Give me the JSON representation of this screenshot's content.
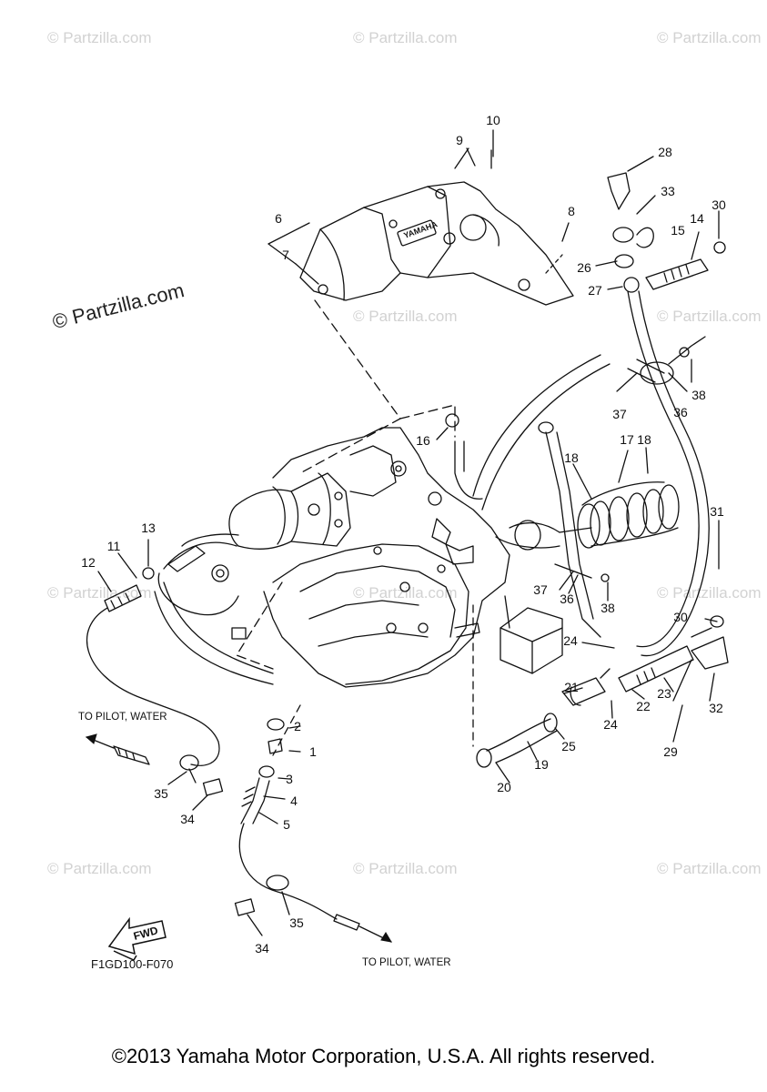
{
  "watermarks": {
    "small": "© Partzilla.com",
    "large": "© Partzilla.com"
  },
  "callouts": [
    {
      "id": "1",
      "label": "1"
    },
    {
      "id": "2",
      "label": "2"
    },
    {
      "id": "3",
      "label": "3"
    },
    {
      "id": "4",
      "label": "4"
    },
    {
      "id": "5",
      "label": "5"
    },
    {
      "id": "6",
      "label": "6"
    },
    {
      "id": "7",
      "label": "7"
    },
    {
      "id": "8",
      "label": "8"
    },
    {
      "id": "9",
      "label": "9"
    },
    {
      "id": "10",
      "label": "10"
    },
    {
      "id": "11",
      "label": "11"
    },
    {
      "id": "12",
      "label": "12"
    },
    {
      "id": "13",
      "label": "13"
    },
    {
      "id": "14",
      "label": "14"
    },
    {
      "id": "15",
      "label": "15"
    },
    {
      "id": "16",
      "label": "16"
    },
    {
      "id": "17",
      "label": "17"
    },
    {
      "id": "18a",
      "label": "18"
    },
    {
      "id": "18b",
      "label": "18"
    },
    {
      "id": "19",
      "label": "19"
    },
    {
      "id": "20",
      "label": "20"
    },
    {
      "id": "21",
      "label": "21"
    },
    {
      "id": "22",
      "label": "22"
    },
    {
      "id": "23",
      "label": "23"
    },
    {
      "id": "24a",
      "label": "24"
    },
    {
      "id": "24b",
      "label": "24"
    },
    {
      "id": "25",
      "label": "25"
    },
    {
      "id": "26",
      "label": "26"
    },
    {
      "id": "27",
      "label": "27"
    },
    {
      "id": "28",
      "label": "28"
    },
    {
      "id": "29",
      "label": "29"
    },
    {
      "id": "30a",
      "label": "30"
    },
    {
      "id": "30b",
      "label": "30"
    },
    {
      "id": "31",
      "label": "31"
    },
    {
      "id": "32",
      "label": "32"
    },
    {
      "id": "33",
      "label": "33"
    },
    {
      "id": "34a",
      "label": "34"
    },
    {
      "id": "34b",
      "label": "34"
    },
    {
      "id": "35a",
      "label": "35"
    },
    {
      "id": "35b",
      "label": "35"
    },
    {
      "id": "36a",
      "label": "36"
    },
    {
      "id": "36b",
      "label": "36"
    },
    {
      "id": "37a",
      "label": "37"
    },
    {
      "id": "37b",
      "label": "37"
    },
    {
      "id": "38a",
      "label": "38"
    },
    {
      "id": "38b",
      "label": "38"
    }
  ],
  "notes": {
    "to_pilot_upper": "TO PILOT, WATER",
    "to_pilot_lower": "TO PILOT, WATER",
    "diagram_code": "F1GD100-F070",
    "fwd_arrow": "FWD",
    "cover_brand": "YAMAHA"
  },
  "copyright": "©2013 Yamaha Motor Corporation, U.S.A. All rights reserved."
}
